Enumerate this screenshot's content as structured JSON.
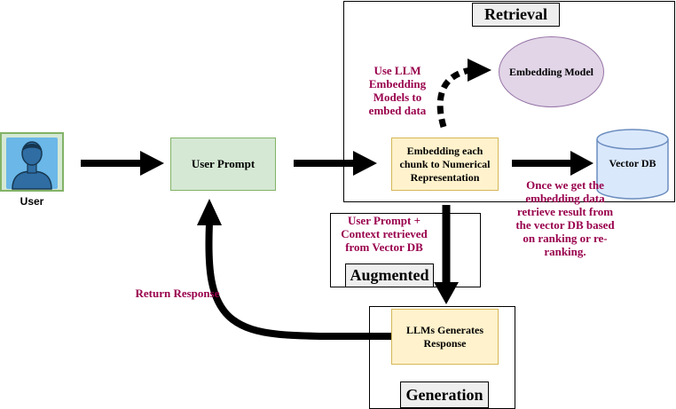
{
  "user": {
    "label": "User"
  },
  "nodes": {
    "user_prompt": "User Prompt",
    "embedding_chunk": "Embedding each chunk to Numerical Representation",
    "embedding_model": "Embedding Model",
    "vector_db": "Vector DB",
    "llm_generates": "LLMs Generates Response"
  },
  "sections": {
    "retrieval": "Retrieval",
    "augmented": "Augmented",
    "generation": "Generation"
  },
  "notes": {
    "use_llm": "Use LLM Embedding Models to embed data",
    "user_prompt_context": "User Prompt + Context retrieved from Vector DB",
    "once_we_get": "Once we get the embedding data retrieve result from the vector DB based on ranking or re-ranking.",
    "return_response": "Return Response"
  },
  "colors": {
    "note": "#99004d",
    "green_fill": "#d5e8d4",
    "green_stroke": "#82b366",
    "yellow_fill": "#fff2cc",
    "yellow_stroke": "#d6b656",
    "purple_fill": "#e1d5e7",
    "purple_stroke": "#9673a6",
    "blue_fill": "#dae8fc",
    "blue_stroke": "#6c8ebf"
  }
}
